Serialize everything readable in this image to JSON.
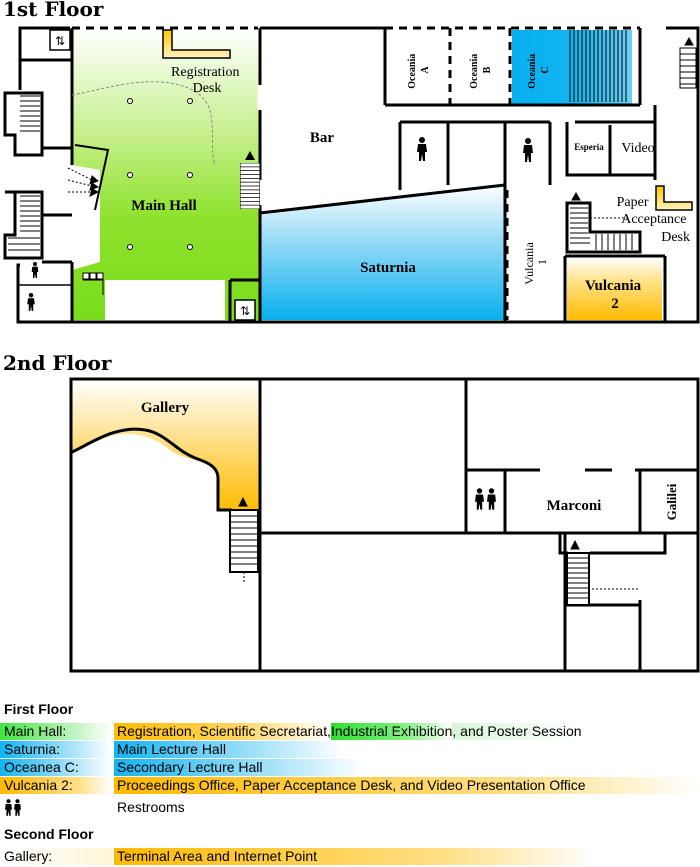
{
  "floor1": {
    "title": "1st Floor",
    "rooms": {
      "registration": [
        "Registration",
        "Desk"
      ],
      "main_hall": "Main Hall",
      "bar": "Bar",
      "saturnia": "Saturnia",
      "oceania_a": [
        "Oceania",
        "A"
      ],
      "oceania_b": [
        "Oceania",
        "B"
      ],
      "oceania_c": [
        "Oceania",
        "C"
      ],
      "esperia": "Esperia",
      "video": "Video",
      "paper_desk": [
        "Paper",
        "Acceptance",
        "Desk"
      ],
      "vulcania1": [
        "Vulcania",
        "1"
      ],
      "vulcania2": [
        "Vulcania",
        "2"
      ]
    }
  },
  "floor2": {
    "title": "2nd Floor",
    "rooms": {
      "gallery": "Gallery",
      "marconi": "Marconi",
      "galilei": "Galilei"
    }
  },
  "legend": {
    "first_floor_title": "First Floor",
    "second_floor_title": "Second Floor",
    "rows": [
      {
        "key": "Main Hall:",
        "parts": [
          "Registration, Scientific Secretariat, ",
          "Industrial Exhibition",
          ", and Poster Session"
        ]
      },
      {
        "key": "Saturnia:",
        "value": "Main Lecture Hall"
      },
      {
        "key": "Oceanea C:",
        "value": "Secondary Lecture Hall"
      },
      {
        "key": "Vulcania 2:",
        "value": "Proceedings Office, Paper Acceptance Desk, and Video Presentation Office"
      },
      {
        "key_icon": "restroom-icon",
        "value": "Restrooms"
      }
    ],
    "second_rows": [
      {
        "key": "Gallery:",
        "value": "Terminal Area and Internet Point"
      }
    ]
  },
  "colors": {
    "main_hall": "#7fe62a",
    "saturnia": "#11b4f0",
    "oceania_c": "#11b4f0",
    "vulcania2": "#ffba00",
    "gallery": "#ffba00",
    "wall": "#000000"
  }
}
